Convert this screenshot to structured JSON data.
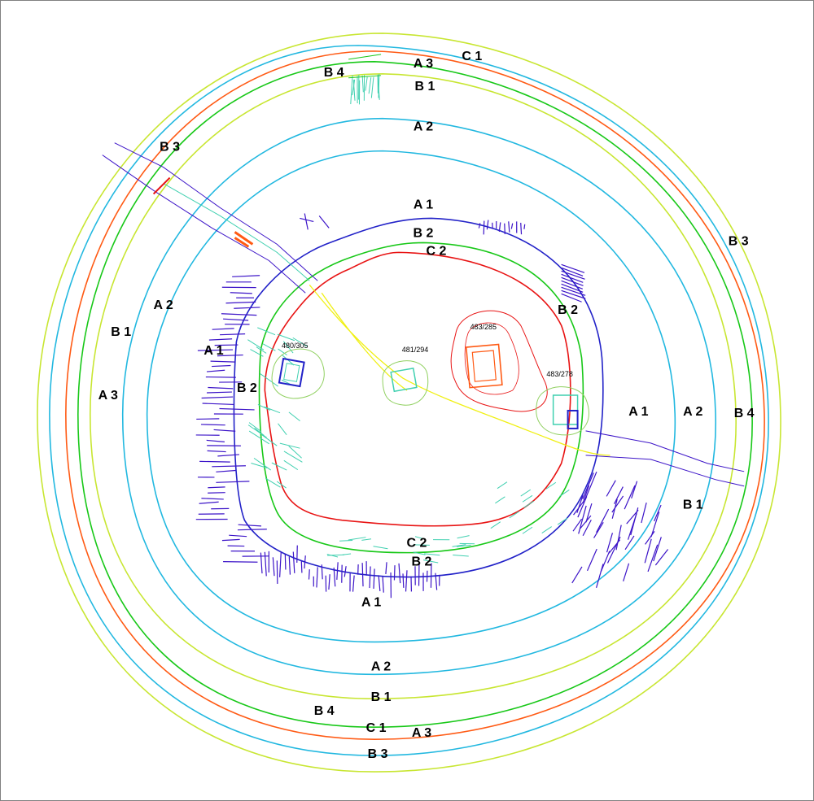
{
  "colors": {
    "A1": "#2222c8",
    "A2": "#22b8e0",
    "A3": "#c8e632",
    "B1": "#c8e632",
    "B2": "#18c818",
    "B3": "#22b8e0",
    "B4": "#18c818",
    "C1": "#ff5a14",
    "C2": "#e81414",
    "path": "#f0f014",
    "hatch": "#3c14c8",
    "teal": "#40d0b0",
    "feature": "#ff5a14",
    "contour": "#90d060"
  },
  "labels": {
    "c1_top": "C 1",
    "a3_top": "A 3",
    "b4_top": "B 4",
    "b1_top": "B 1",
    "a2_top": "A 2",
    "b3_nw": "B 3",
    "a1_top": "A 1",
    "b2_top": "B 2",
    "c2_top": "C 2",
    "a2_w": "A 2",
    "b1_w": "B 1",
    "a3_w": "A 3",
    "a1_w": "A 1",
    "b2_w": "B 2",
    "b3_e": "B 3",
    "b2_e": "B 2",
    "a1_e": "A 1",
    "a2_e": "A 2",
    "b4_e": "B 4",
    "b1_e": "B 1",
    "c2_bot": "C 2",
    "b2_bot": "B 2",
    "a1_bot": "A 1",
    "a2_bot": "A 2",
    "b1_bot": "B 1",
    "b4_bot": "B 4",
    "c1_bot": "C 1",
    "a3_bot": "A 3",
    "b3_bot": "B 3"
  },
  "features": {
    "f480": "480/305",
    "f481": "481/294",
    "f483a": "483/285",
    "f483b": "483/278"
  }
}
